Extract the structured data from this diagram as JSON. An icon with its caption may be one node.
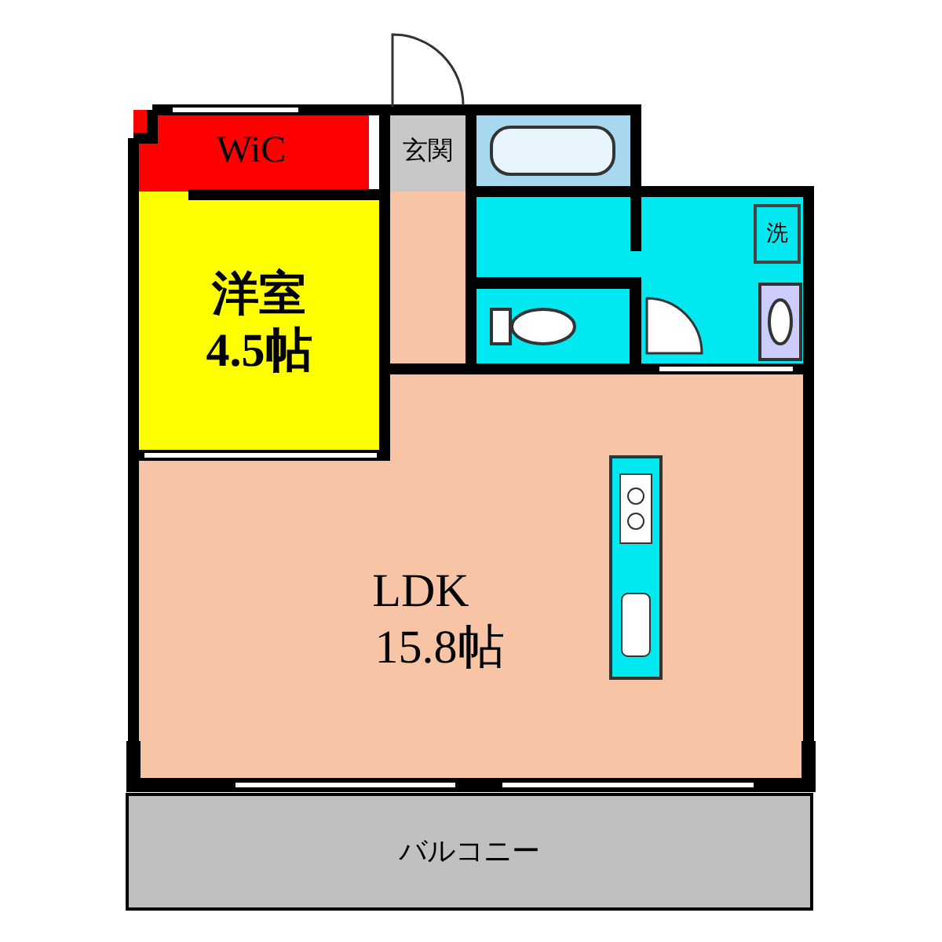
{
  "diagram": {
    "nodes": [
      {
        "text": [
          "WiC"
        ]
      },
      {
        "text": [
          "玄関"
        ]
      },
      {
        "text": [],
        "shape": "box"
      },
      {
        "text": [
          "洋室",
          "4.5帖"
        ]
      },
      {
        "text": [],
        "shape": "box"
      },
      {
        "text": [],
        "shape": "box"
      },
      {
        "text": [
          "洗"
        ],
        "in": 5
      },
      {
        "text": [],
        "shape": "box",
        "in": 5
      },
      {
        "text": [],
        "shape": "box"
      },
      {
        "text": [
          "LDK",
          "15.8帖"
        ]
      },
      {
        "text": [
          "バルコニー"
        ]
      }
    ]
  }
}
